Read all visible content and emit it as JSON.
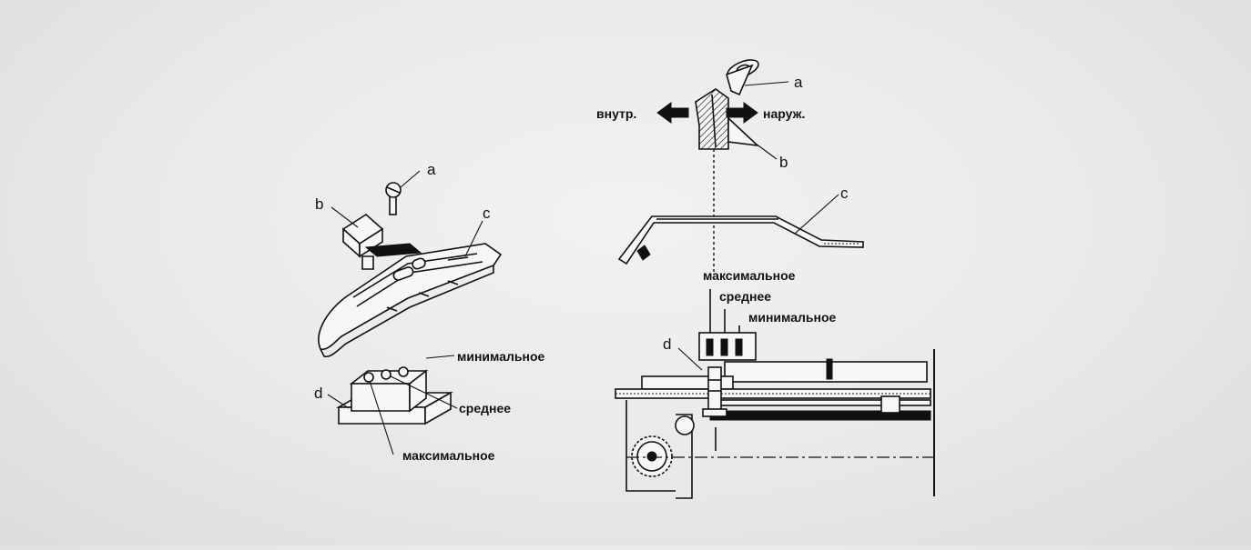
{
  "left_figure": {
    "labels": {
      "a": "a",
      "b": "b",
      "c": "c",
      "d": "d",
      "min": "минимальное",
      "mid": "среднее",
      "max": "максимальное"
    }
  },
  "right_figure": {
    "labels": {
      "a": "a",
      "b": "b",
      "c": "c",
      "d": "d",
      "inward": "внутр.",
      "outward": "наруж.",
      "max": "максимальное",
      "mid": "среднее",
      "min": "минимальное"
    }
  },
  "colors": {
    "ink": "#111111",
    "background": "#ececec"
  }
}
